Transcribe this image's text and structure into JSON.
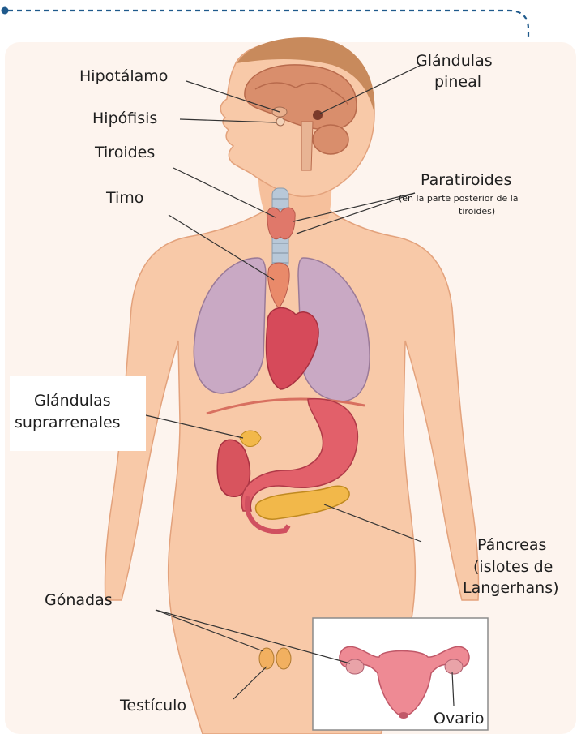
{
  "colors": {
    "frame_dashed": "#1f5a8c",
    "background": "#fdf4ee",
    "skin": "#f8c9a8",
    "brain": "#d98e6c",
    "lungs": "#c9a9c4",
    "heart": "#d64a5a",
    "stomach": "#e2606a",
    "pancreas": "#f2b84a",
    "kidney": "#d8545e",
    "thyroid": "#e0786a",
    "trachea": "#b8c8d8",
    "uterus": "#ee8a94"
  },
  "labels": {
    "hipotalamo": "Hipotálamo",
    "hipofisis": "Hipófisis",
    "tiroides": "Tiroides",
    "timo": "Timo",
    "pineal_line1": "Glándulas",
    "pineal_line2": "pineal",
    "paratiroides": "Paratiroides",
    "paratiroides_note_line1": "(en la parte posterior de la",
    "paratiroides_note_line2": "tiroides)",
    "suprarrenales_line1": "Glándulas",
    "suprarrenales_line2": "suprarrenales",
    "pancreas_line1": "Páncreas",
    "pancreas_line2": "(islotes de",
    "pancreas_line3": "Langerhans)",
    "gonadas": "Gónadas",
    "testiculo": "Testículo",
    "ovario": "Ovario"
  }
}
